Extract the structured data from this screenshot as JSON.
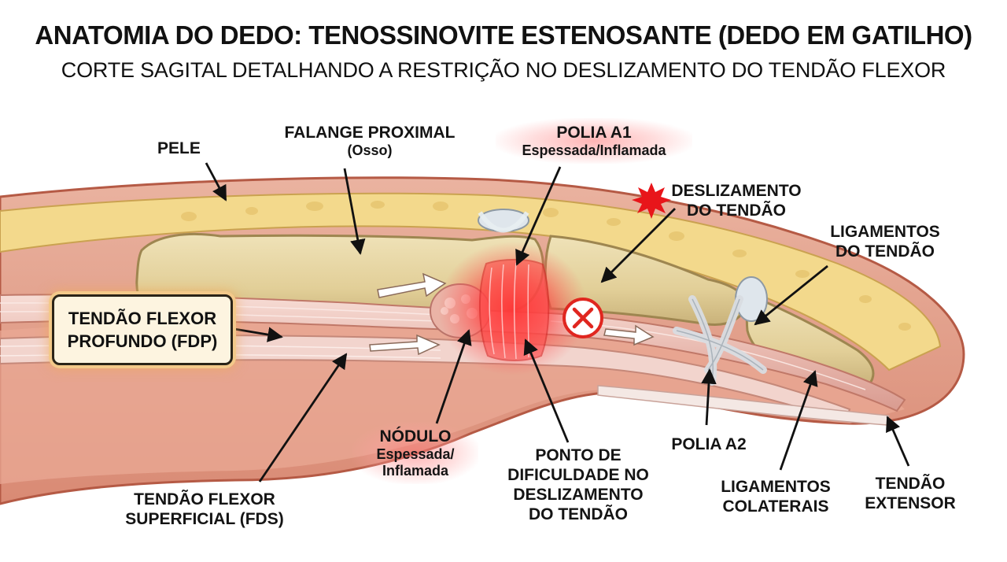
{
  "header": {
    "title": "ANATOMIA DO DEDO: TENOSSINOVITE ESTENOSANTE (DEDO EM GATILHO)",
    "subtitle": "CORTE SAGITAL DETALHANDO A RESTRIÇÃO NO DESLIZAMENTO DO TENDÃO FLEXOR"
  },
  "labels": {
    "pele": "PELE",
    "falange": {
      "line1": "FALANGE PROXIMAL",
      "line2": "(Osso)"
    },
    "polia_a1": {
      "line1": "POLIA A1",
      "line2": "Espessada/Inflamada"
    },
    "deslizamento": {
      "line1": "DESLIZAMENTO",
      "line2": "DO TENDÃO"
    },
    "ligamentos_tendao": {
      "line1": "LIGAMENTOS",
      "line2": "DO TENDÃO"
    },
    "fdp": {
      "line1": "TENDÃO FLEXOR",
      "line2": "PROFUNDO (FDP)"
    },
    "nodulo": {
      "line1": "NÓDULO",
      "line2": "Espessada/",
      "line3": "Inflamada"
    },
    "ponto": {
      "line1": "PONTO DE",
      "line2": "DIFICULDADE NO",
      "line3": "DESLIZAMENTO",
      "line4": "DO TENDÃO"
    },
    "polia_a2": "POLIA A2",
    "ligamentos_colaterais": {
      "line1": "LIGAMENTOS",
      "line2": "COLATERAIS"
    },
    "tendao_extensor": {
      "line1": "TENDÃO",
      "line2": "EXTENSOR"
    },
    "fds": {
      "line1": "TENDÃO FLEXOR",
      "line2": "SUPERFICIAL (FDS)"
    }
  },
  "colors": {
    "skin": "#e8a590",
    "fat": "#f2d98a",
    "bone": "#e6d6a8",
    "tendon": "#f0c8c0",
    "inflammation": "#ff3030",
    "blocked_marker": "#e0261f"
  }
}
